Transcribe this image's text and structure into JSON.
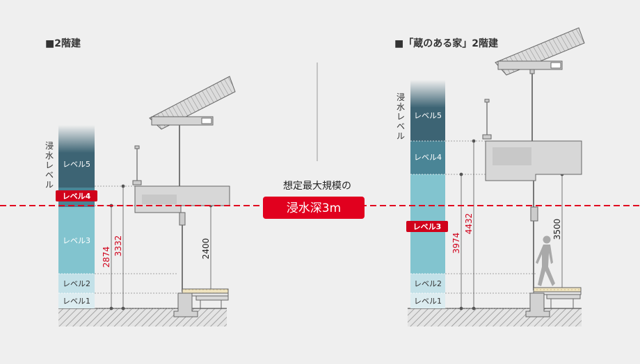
{
  "left": {
    "title": "■2階建",
    "axis_label": [
      "浸",
      "水",
      "レ",
      "ベ",
      "ル"
    ],
    "levels": [
      {
        "label": "レベル5",
        "highlight": false
      },
      {
        "label": "レベル4",
        "highlight": true
      },
      {
        "label": "レベル3",
        "highlight": false
      },
      {
        "label": "レベル2",
        "highlight": false
      },
      {
        "label": "レベル1",
        "highlight": false
      }
    ],
    "dims": [
      {
        "value": "2874",
        "color": "#d0021b"
      },
      {
        "value": "3332",
        "color": "#d0021b"
      },
      {
        "value": "2400",
        "color": "#222222"
      }
    ]
  },
  "right": {
    "title": "■「蔵のある家」2階建",
    "axis_label": [
      "浸",
      "水",
      "レ",
      "ベ",
      "ル"
    ],
    "levels": [
      {
        "label": "レベル5",
        "highlight": false
      },
      {
        "label": "レベル4",
        "highlight": false
      },
      {
        "label": "レベル3",
        "highlight": true
      },
      {
        "label": "レベル2",
        "highlight": false
      },
      {
        "label": "レベル1",
        "highlight": false
      }
    ],
    "dims": [
      {
        "value": "3974",
        "color": "#d0021b"
      },
      {
        "value": "4432",
        "color": "#d0021b"
      },
      {
        "value": "3500",
        "color": "#222222"
      }
    ]
  },
  "center": {
    "caption": "想定最大規模の",
    "badge": "浸水深3m"
  },
  "colors": {
    "flood_line": "#e1001e",
    "accent_red": "#d0021b",
    "level5": "#3d6474",
    "level4": "#4a8596",
    "level3": "#82c4cf",
    "level2": "#c3e1e8",
    "level1": "#dcecf0"
  }
}
